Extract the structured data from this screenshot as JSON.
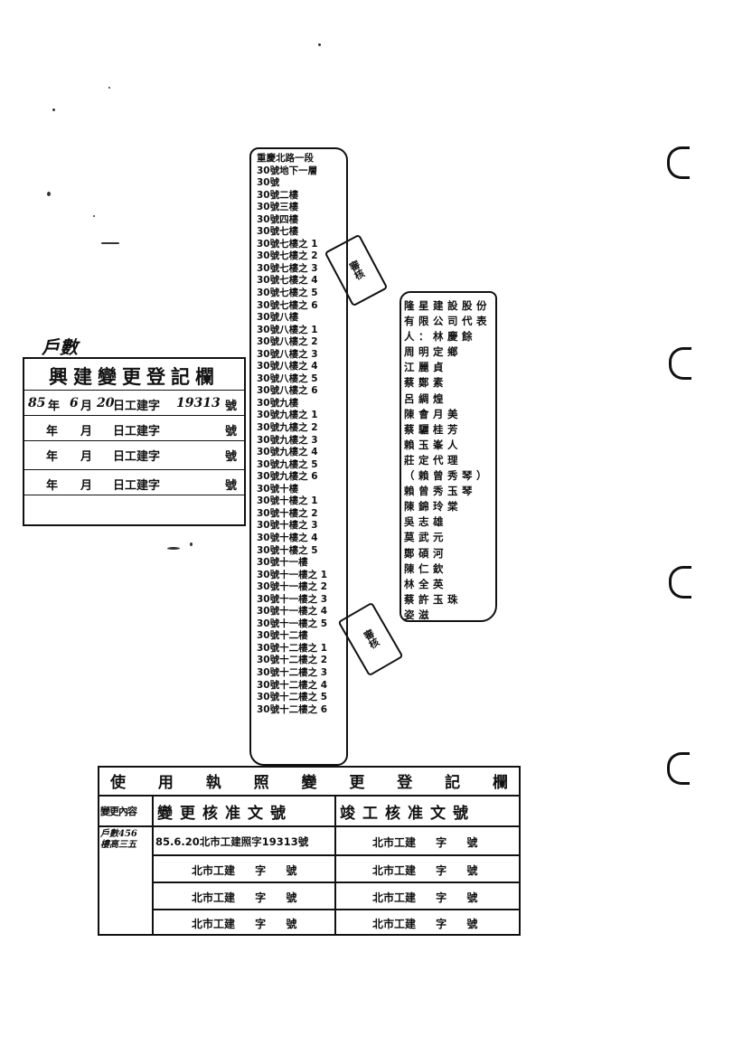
{
  "reg_box": {
    "side_note": "戶數",
    "title": "興建變更登記欄",
    "rows": [
      {
        "year": "85",
        "y_label": "年",
        "month": "6",
        "m_label": "月",
        "day": "20",
        "rest": "日工建字",
        "num": "19313",
        "end": "號"
      },
      {
        "year": "",
        "y_label": "年",
        "month": "",
        "m_label": "月",
        "day": "",
        "rest": "日工建字",
        "num": "",
        "end": "號"
      },
      {
        "year": "",
        "y_label": "年",
        "month": "",
        "m_label": "月",
        "day": "",
        "rest": "日工建字",
        "num": "",
        "end": "號"
      },
      {
        "year": "",
        "y_label": "年",
        "month": "",
        "m_label": "月",
        "day": "",
        "rest": "日工建字",
        "num": "",
        "end": "號"
      }
    ]
  },
  "address_column": [
    "重慶北路一段",
    "30號地下一層",
    "30號",
    "30號二樓",
    "30號三樓",
    "30號四樓",
    "30號七樓",
    "30號七樓之 1",
    "30號七樓之 2",
    "30號七樓之 3",
    "30號七樓之 4",
    "30號七樓之 5",
    "30號七樓之 6",
    "30號八樓",
    "30號八樓之 1",
    "30號八樓之 2",
    "30號八樓之 3",
    "30號八樓之 4",
    "30號八樓之 5",
    "30號八樓之 6",
    "30號九樓",
    "30號九樓之 1",
    "30號九樓之 2",
    "30號九樓之 3",
    "30號九樓之 4",
    "30號九樓之 5",
    "30號九樓之 6",
    "30號十樓",
    "30號十樓之 1",
    "30號十樓之 2",
    "30號十樓之 3",
    "30號十樓之 4",
    "30號十樓之 5",
    "30號十一樓",
    "30號十一樓之 1",
    "30號十一樓之 2",
    "30號十一樓之 3",
    "30號十一樓之 4",
    "30號十一樓之 5",
    "30號十二樓",
    "30號十二樓之 1",
    "30號十二樓之 2",
    "30號十二樓之 3",
    "30號十二樓之 4",
    "30號十二樓之 5",
    "30號十二樓之 6"
  ],
  "owners": [
    "隆星建設股份",
    "有限公司代表",
    "人：林慶餘",
    "周明定鄉",
    "江麗貞",
    "蔡鄭素",
    "呂綢煌",
    "陳會月美",
    "蔡驪桂芳",
    "賴玉峯人",
    "莊定代理",
    "（賴曾秀琴）",
    "賴曾秀玉琴",
    "陳錦玲棠",
    "吳志雄",
    "莫武元",
    "鄭碩河",
    "陳仁欽",
    "林全英",
    "蔡許玉珠",
    "姿滋"
  ],
  "stamps": {
    "stamp_a": "審核",
    "stamp_b": "審核"
  },
  "license_table": {
    "title": [
      "使",
      "用",
      "執",
      "照",
      "變",
      "更",
      "登",
      "記",
      "欄"
    ],
    "col_content": "變更內容",
    "col_change": "變更核准文號",
    "col_complete": "竣工核准文號",
    "content_note": "戶數456 樓高三五",
    "rows": [
      {
        "change": "85.6.20北市工建照字19313號",
        "complete": "北市工建 字 號"
      },
      {
        "change": "北市工建 字 號",
        "complete": "北市工建 字 號"
      },
      {
        "change": "北市工建 字 號",
        "complete": "北市工建 字 號"
      },
      {
        "change": "北市工建 字 號",
        "complete": "北市工建 字 號"
      }
    ]
  }
}
